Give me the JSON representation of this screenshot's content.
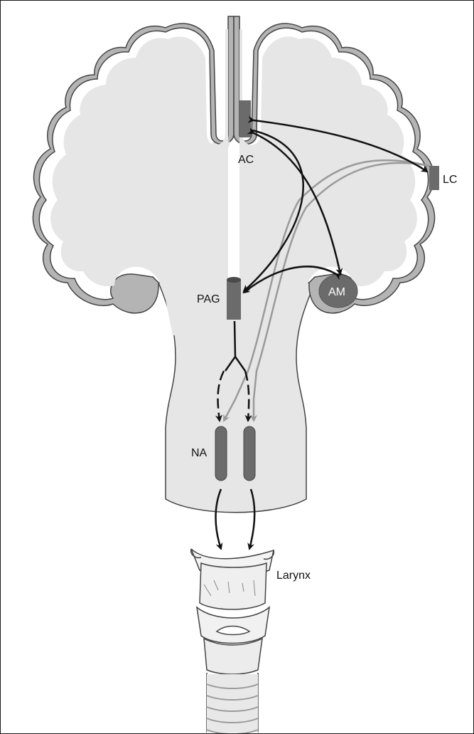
{
  "figure": {
    "labels": {
      "ac": "AC",
      "lc": "LC",
      "pag": "PAG",
      "am": "AM",
      "na": "NA",
      "larynx": "Larynx"
    },
    "colors": {
      "cortex_rim": "#b4b4b4",
      "white_matter": "#e6e6e6",
      "nucleus": "#6b6b6b",
      "pathway_black": "#111111",
      "pathway_gray": "#9a9a9a"
    }
  }
}
